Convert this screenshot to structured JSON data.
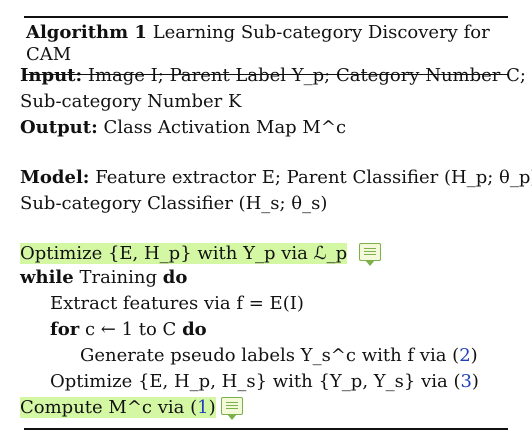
{
  "algorithm": {
    "label": "Algorithm 1",
    "title": "Learning Sub-category Discovery for CAM"
  },
  "io": {
    "input_kw": "Input:",
    "input_line1": "Image I; Parent Label Y_p; Category Number C;",
    "input_line2": "Sub-category Number K",
    "output_kw": "Output:",
    "output_text": "Class Activation Map M^c"
  },
  "model": {
    "kw": "Model:",
    "line1": "Feature extractor E; Parent Classifier (H_p; θ_p);",
    "line2": "Sub-category Classifier (H_s; θ_s)"
  },
  "steps": {
    "optimize_parent": "Optimize {E, H_p} with Y_p via ℒ_p",
    "while_kw": "while",
    "while_text": "Training",
    "do_kw": "do",
    "extract": "Extract features via f = E(I)",
    "for_kw": "for",
    "for_text": "c ← 1 to C",
    "for_do": "do",
    "pseudo_prefix": "Generate pseudo labels Y_s^c with f via (",
    "pseudo_ref": "2",
    "pseudo_suffix": ")",
    "optimize_all_prefix": "Optimize {E, H_p, H_s} with {Y_p, Y_s} via (",
    "optimize_all_ref": "3",
    "optimize_all_suffix": ")",
    "compute_prefix": "Compute M^c via (",
    "compute_ref": "1",
    "compute_suffix": ")"
  },
  "colors": {
    "highlight": "#d4f7a4",
    "reference": "#1f3fbf",
    "note_icon": "#7bb04a"
  }
}
